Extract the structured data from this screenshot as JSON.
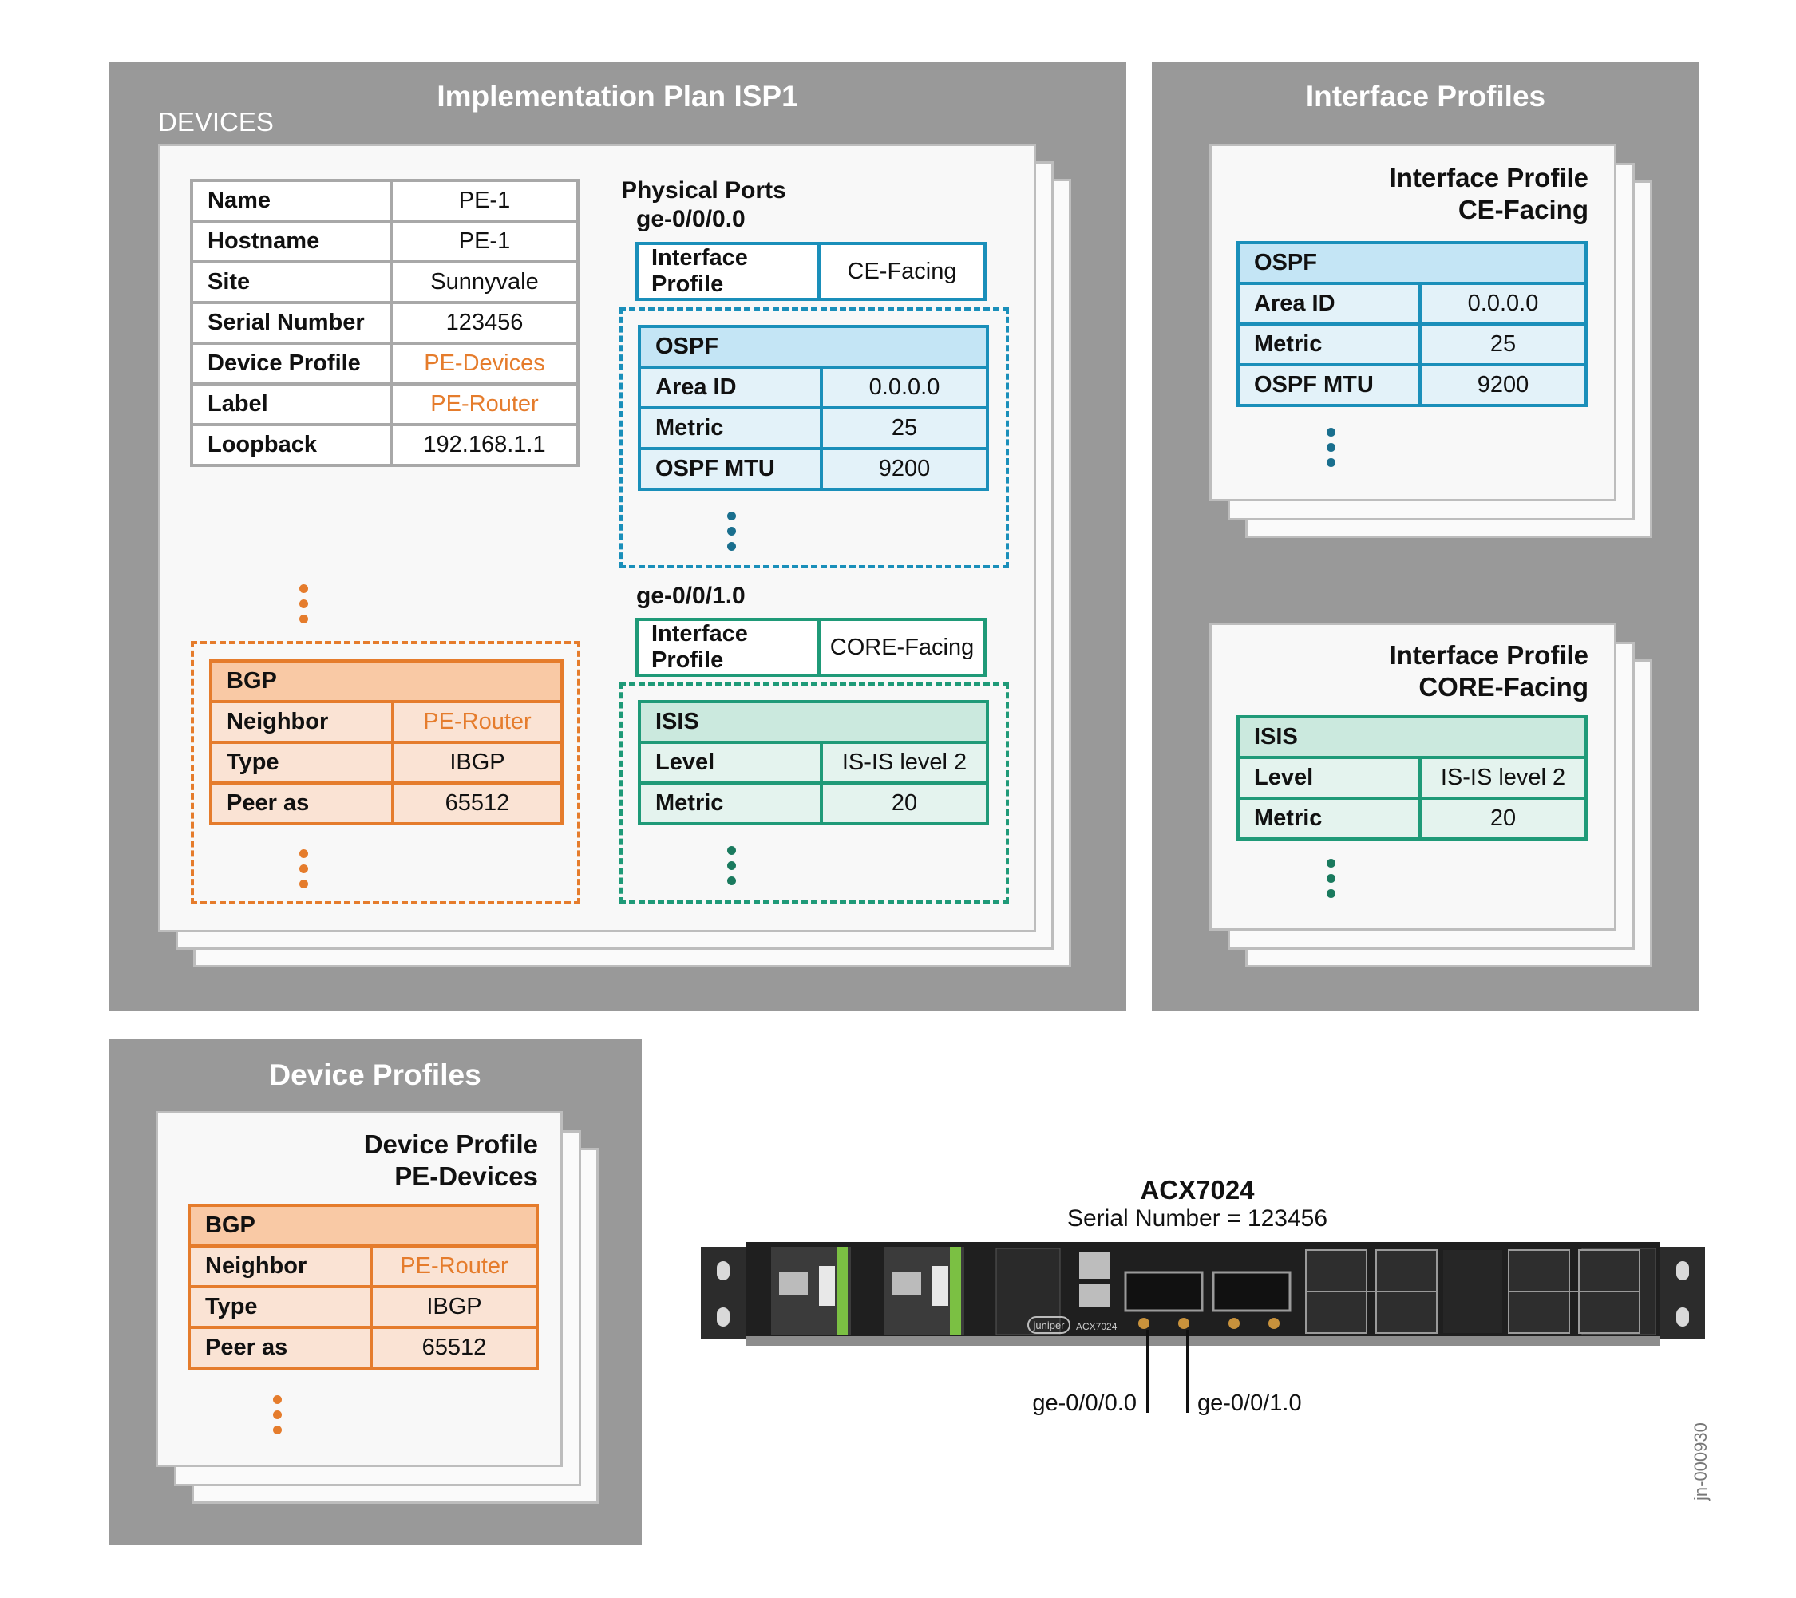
{
  "implementation_plan": {
    "title": "Implementation Plan ISP1",
    "devices_label": "DEVICES",
    "device_table": [
      {
        "key": "Name",
        "value": "PE-1"
      },
      {
        "key": "Hostname",
        "value": "PE-1"
      },
      {
        "key": "Site",
        "value": "Sunnyvale"
      },
      {
        "key": "Serial Number",
        "value": "123456"
      },
      {
        "key": "Device Profile",
        "value": "PE-Devices"
      },
      {
        "key": "Label",
        "value": "PE-Router"
      },
      {
        "key": "Loopback",
        "value": "192.168.1.1"
      }
    ],
    "bgp": {
      "header": "BGP",
      "rows": [
        {
          "key": "Neighbor",
          "value": "PE-Router"
        },
        {
          "key": "Type",
          "value": "IBGP"
        },
        {
          "key": "Peer as",
          "value": "65512"
        }
      ]
    },
    "physical_ports_label": "Physical Ports",
    "port1": {
      "name": "ge-0/0/0.0",
      "profile_key": "Interface Profile",
      "profile_value": "CE-Facing",
      "ospf": {
        "header": "OSPF",
        "rows": [
          {
            "key": "Area ID",
            "value": "0.0.0.0"
          },
          {
            "key": "Metric",
            "value": "25"
          },
          {
            "key": "OSPF MTU",
            "value": "9200"
          }
        ]
      }
    },
    "port2": {
      "name": "ge-0/0/1.0",
      "profile_key": "Interface Profile",
      "profile_value": "CORE-Facing",
      "isis": {
        "header": "ISIS",
        "rows": [
          {
            "key": "Level",
            "value": "IS-IS level 2"
          },
          {
            "key": "Metric",
            "value": "20"
          }
        ]
      }
    }
  },
  "interface_profiles": {
    "title": "Interface Profiles",
    "ce": {
      "title_line1": "Interface Profile",
      "title_line2": "CE-Facing",
      "ospf": {
        "header": "OSPF",
        "rows": [
          {
            "key": "Area ID",
            "value": "0.0.0.0"
          },
          {
            "key": "Metric",
            "value": "25"
          },
          {
            "key": "OSPF MTU",
            "value": "9200"
          }
        ]
      }
    },
    "core": {
      "title_line1": "Interface Profile",
      "title_line2": "CORE-Facing",
      "isis": {
        "header": "ISIS",
        "rows": [
          {
            "key": "Level",
            "value": "IS-IS level 2"
          },
          {
            "key": "Metric",
            "value": "20"
          }
        ]
      }
    }
  },
  "device_profiles": {
    "title": "Device Profiles",
    "card_title_line1": "Device Profile",
    "card_title_line2": "PE-Devices",
    "bgp": {
      "header": "BGP",
      "rows": [
        {
          "key": "Neighbor",
          "value": "PE-Router"
        },
        {
          "key": "Type",
          "value": "IBGP"
        },
        {
          "key": "Peer as",
          "value": "65512"
        }
      ]
    }
  },
  "hardware": {
    "model": "ACX7024",
    "serial_line": "Serial Number = 123456",
    "port_label_1": "ge-0/0/0.0",
    "port_label_2": "ge-0/0/1.0",
    "brand_text": "juniper",
    "model_print": "ACX7024"
  },
  "figure_id": "jn-000930",
  "colors": {
    "panel_gray": "#999999",
    "orange": "#e57c2c",
    "blue": "#1a8fba",
    "green": "#1f9a78"
  }
}
